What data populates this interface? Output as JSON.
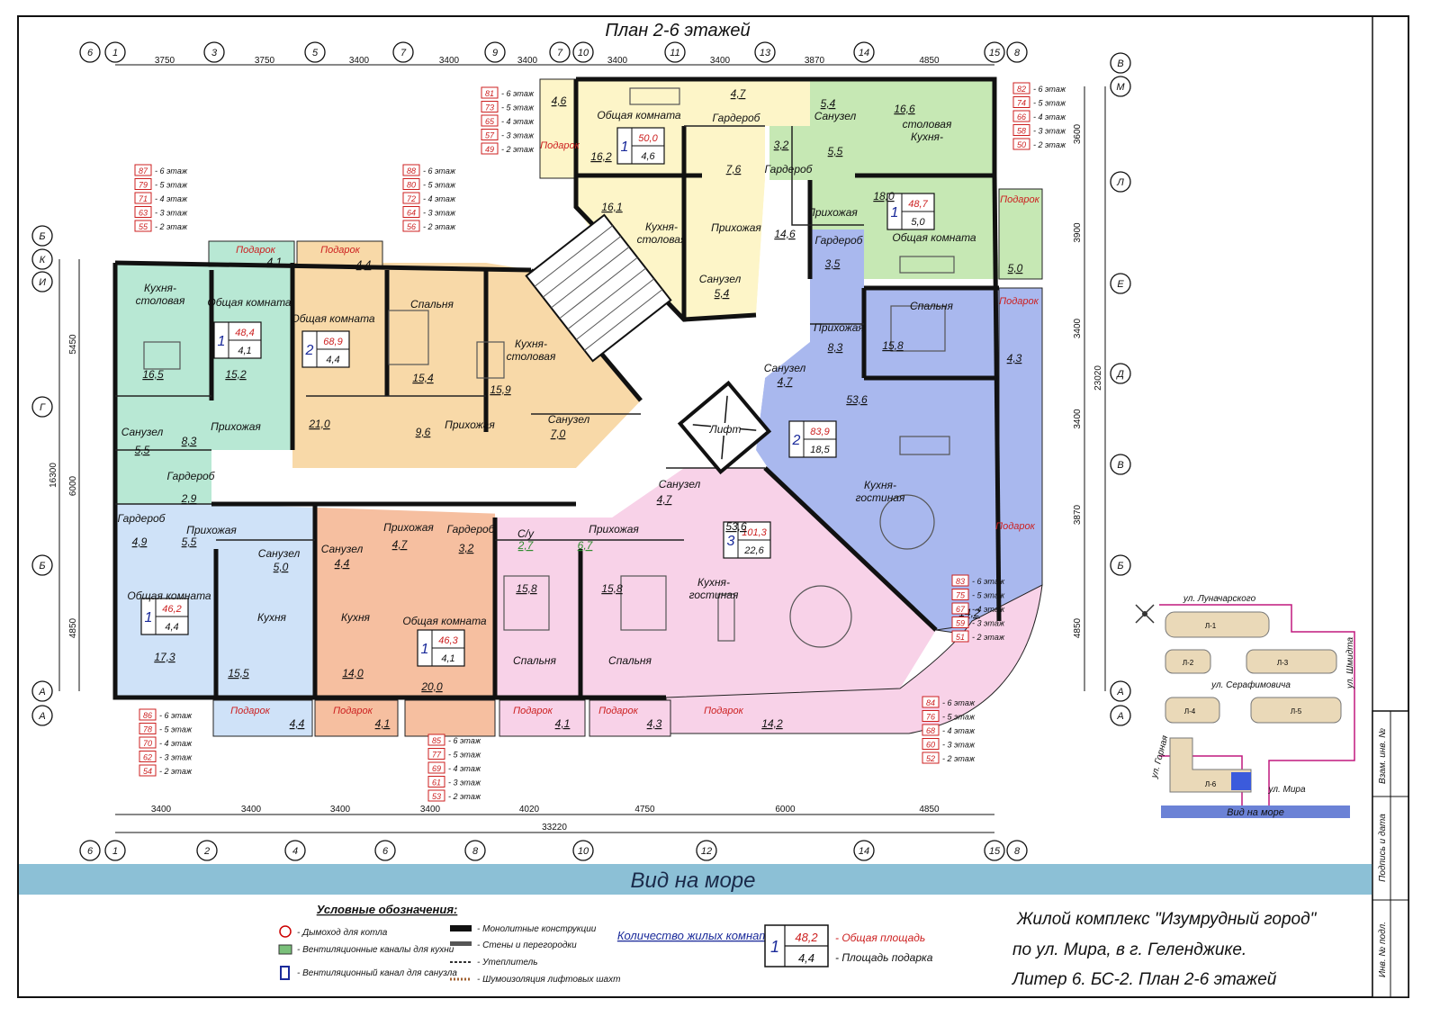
{
  "title": "План 2-6 этажей",
  "sea_banner": "Вид на море",
  "colors": {
    "green": "#c6e8b4",
    "yellow": "#fdf5c8",
    "mint": "#b8e8d4",
    "orange": "#f8d9a8",
    "peach": "#f6bfa0",
    "blue": "#a9b8ee",
    "lightblue": "#cfe2f8",
    "pink": "#f8d2e8",
    "sea": "#8cc0d6",
    "red": "#cc1f1f",
    "navy": "#1a2a9a",
    "magenta": "#c0187f"
  },
  "axes_top": [
    "6",
    "1",
    "3",
    "5",
    "7",
    "9",
    "7",
    "10",
    "11",
    "13",
    "14",
    "15",
    "8"
  ],
  "dims_top": [
    "3750",
    "3750",
    "3400",
    "3400",
    "3400",
    "3400",
    "3400",
    "3870",
    "4850"
  ],
  "axes_bottom": [
    "6",
    "1",
    "2",
    "4",
    "6",
    "8",
    "10",
    "12",
    "14",
    "15",
    "8"
  ],
  "dims_bottom": [
    "3400",
    "3400",
    "3400",
    "3400",
    "4020",
    "4750",
    "6000",
    "4850"
  ],
  "dim_total_bottom": "33220",
  "axes_left": [
    "Б",
    "К",
    "И",
    "Г",
    "Б",
    "А",
    "А"
  ],
  "dims_left": [
    "5450",
    "6000",
    "4850"
  ],
  "dim_total_left": "16300",
  "axes_right": [
    "В",
    "М",
    "Л",
    "Е",
    "Д",
    "В",
    "Б",
    "А",
    "А"
  ],
  "dims_right": [
    "3600",
    "3900",
    "3400",
    "3400",
    "3870",
    "4850"
  ],
  "dim_total_right": "23020",
  "apartments": [
    {
      "rooms": "1",
      "total": "48,4",
      "balcony": "4,1"
    },
    {
      "rooms": "2",
      "total": "68,9",
      "balcony": "4,4"
    },
    {
      "rooms": "1",
      "total": "50,0",
      "balcony": "4,6"
    },
    {
      "rooms": "1",
      "total": "48,7",
      "balcony": "5,0"
    },
    {
      "rooms": "2",
      "total": "83,9",
      "balcony": "18,5"
    },
    {
      "rooms": "3",
      "total": "101,3",
      "balcony": "22,6"
    },
    {
      "rooms": "1",
      "total": "46,3",
      "balcony": "4,1"
    },
    {
      "rooms": "1",
      "total": "46,2",
      "balcony": "4,4"
    }
  ],
  "room_labels": {
    "kitchen_dining": "Кухня-столовая",
    "kitchen_dining_a": "Кухня-",
    "kitchen_dining_b": "столовая",
    "dining_kitchen_a": "столовая",
    "dining_kitchen_b": "Кухня-",
    "kitchen_living_a": "Кухня-",
    "kitchen_living_b": "гостиная",
    "living": "Общая комната",
    "bedroom": "Спальня",
    "hall": "Прихожая",
    "wardrobe": "Гардероб",
    "bathroom": "Санузел",
    "wc": "С/у",
    "kitchen": "Кухня",
    "gift": "Подарок",
    "lift": "Лифт"
  },
  "areas": {
    "a1_kitchen": "16,5",
    "a1_living": "15,2",
    "a1_bath": "5,5",
    "a1_hall": "8,3",
    "a1_ward": "2,9",
    "a1_gift": "4,1",
    "a2_living": "21,0",
    "a2_bed": "15,4",
    "a2_kitchen": "15,9",
    "a2_hall": "9,6",
    "a2_bath": "7,0",
    "a2_gift": "4,4",
    "a3_living": "16,2",
    "a3_ward": "4,7",
    "a3_hall": "7,6",
    "a3_kitchen": "16,1",
    "a3_bath": "5,4",
    "a3_gift": "4,6",
    "corridor": "14,6",
    "a4_kitchen": "16,6",
    "a4_bath": "5,4",
    "a4_ward": "3,2",
    "a4_hall": "5,5",
    "a4_living": "18,0",
    "a4_gift": "5,0",
    "a5_ward": "3,5",
    "a5_hall": "8,3",
    "a5_bed": "15,8",
    "a5_bath": "4,7",
    "a5_kitchen": "53,6",
    "a5_gift1": "4,3",
    "a5_gift2": "14,2",
    "a6_bath": "4,7",
    "a6_kitchen": "53,6",
    "a6_wc": "2,7",
    "a6_hall": "6,7",
    "a6_bed1": "15,8",
    "a6_bed2": "15,8",
    "a6_gift1": "4,1",
    "a6_gift2": "4,3",
    "a6_gift3": "14,2",
    "a7_bath": "4,4",
    "a7_hall": "4,7",
    "a7_ward": "3,2",
    "a7_kitchen": "14,0",
    "a7_living": "20,0",
    "a7_gift": "4,1",
    "a8_ward": "4,9",
    "a8_hall": "5,5",
    "a8_bath": "5,0",
    "a8_living": "17,3",
    "a8_kitchen": "15,5",
    "a8_gift": "4,4"
  },
  "floor_lists": [
    {
      "nums": [
        "87",
        "79",
        "71",
        "63",
        "55"
      ]
    },
    {
      "nums": [
        "88",
        "80",
        "72",
        "64",
        "56"
      ]
    },
    {
      "nums": [
        "81",
        "73",
        "65",
        "57",
        "49"
      ]
    },
    {
      "nums": [
        "82",
        "74",
        "66",
        "58",
        "50"
      ]
    },
    {
      "nums": [
        "83",
        "75",
        "67",
        "59",
        "51"
      ]
    },
    {
      "nums": [
        "84",
        "76",
        "68",
        "60",
        "52"
      ]
    },
    {
      "nums": [
        "85",
        "77",
        "69",
        "61",
        "53"
      ]
    },
    {
      "nums": [
        "86",
        "78",
        "70",
        "62",
        "54"
      ]
    }
  ],
  "floor_suffixes": [
    "- 6 этаж",
    "- 5 этаж",
    "- 4 этаж",
    "- 3 этаж",
    "- 2 этаж"
  ],
  "siteplan": {
    "streets": [
      "ул. Луначарского",
      "ул. Серафимовича",
      "ул. Шмидта",
      "ул. Горная",
      "ул. Мира"
    ],
    "blocks": [
      "Л-1",
      "Л-2",
      "Л-3",
      "Л-4",
      "Л-5",
      "Л-6"
    ],
    "sea_label": "Вид на море"
  },
  "legend": {
    "title": "Условные обозначения:",
    "items_left": [
      "- Дымоход для котла",
      "- Вентиляционные каналы для кухни",
      "- Вентиляционный канал для санузла"
    ],
    "items_right": [
      "- Монолитные конструкции",
      "- Стены и перегородки",
      "- Утеплитель",
      "- Шумоизоляция лифтовых шахт"
    ],
    "count_label": "Количество жилых комнат",
    "sample_rooms": "1",
    "sample_total": "48,2",
    "sample_balcony": "4,4",
    "total_label": "- Общая площадь",
    "balcony_label": "- Площадь подарка"
  },
  "project": {
    "line1": "Жилой комплекс \"Изумрудный город\"",
    "line2": "по ул. Мира, в г. Геленджике.",
    "line3": "Литер 6. БС-2. План 2-6 этажей"
  },
  "stamp": [
    "Взам. инв. №",
    "Подпись и дата",
    "Инв. № подл."
  ]
}
